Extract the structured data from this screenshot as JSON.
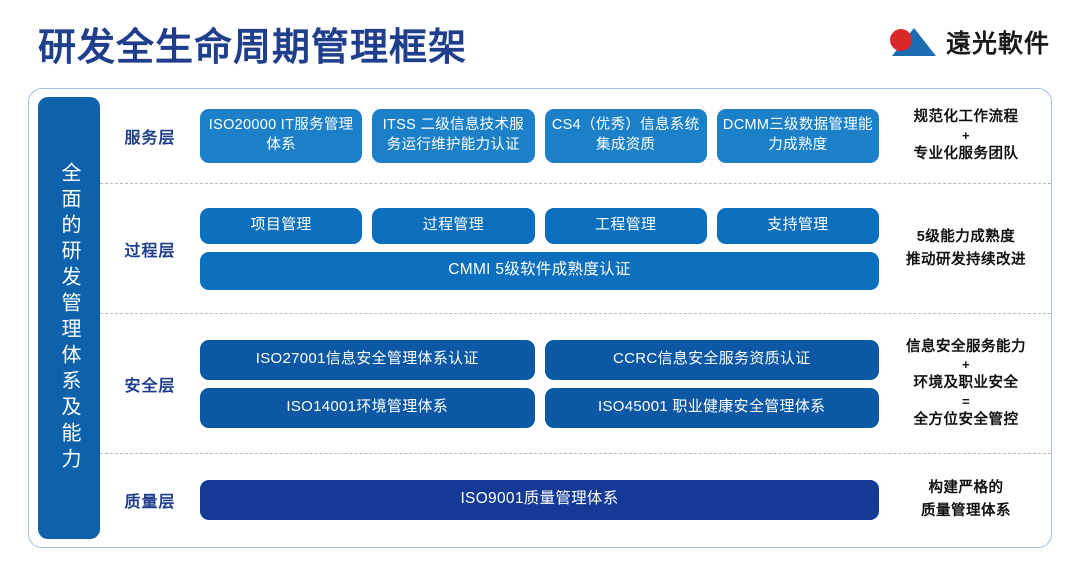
{
  "header": {
    "title": "研发全生命周期管理框架",
    "logo_text": "遠光軟件",
    "logo_mark": "red-circle-blue-triangle-icon",
    "title_color": "#1F3E8C",
    "logo_red": "#D8282A",
    "logo_blue": "#1B6CB0"
  },
  "sidebar": {
    "label": "全面的研发管理体系及能力",
    "color": "#0E62AC"
  },
  "layers": [
    {
      "label": "服务层",
      "color": "#1B80C8",
      "lines": [
        [
          "ISO20000 IT服务管理体系",
          "ITSS 二级信息技术服务运行维护能力认证",
          "CS4（优秀）信息系统集成资质",
          "DCMM三级数据管理能力成熟度"
        ]
      ],
      "note": [
        "规范化工作流程",
        "+",
        "专业化服务团队"
      ]
    },
    {
      "label": "过程层",
      "color": "#0B6FBE",
      "lines": [
        [
          "项目管理",
          "过程管理",
          "工程管理",
          "支持管理"
        ],
        [
          "CMMI 5级软件成熟度认证"
        ]
      ],
      "note": [
        "5级能力成熟度",
        "推动研发持续改进"
      ]
    },
    {
      "label": "安全层",
      "color": "#0C58A4",
      "lines": [
        [
          "ISO27001信息安全管理体系认证",
          "CCRC信息安全服务资质认证"
        ],
        [
          "ISO14001环境管理体系",
          "ISO45001 职业健康安全管理体系"
        ]
      ],
      "note": [
        "信息安全服务能力",
        "+",
        "环境及职业安全",
        "=",
        "全方位安全管控"
      ]
    },
    {
      "label": "质量层",
      "color": "#143A96",
      "lines": [
        [
          "ISO9001质量管理体系"
        ]
      ],
      "note": [
        "构建严格的",
        "质量管理体系"
      ]
    }
  ]
}
